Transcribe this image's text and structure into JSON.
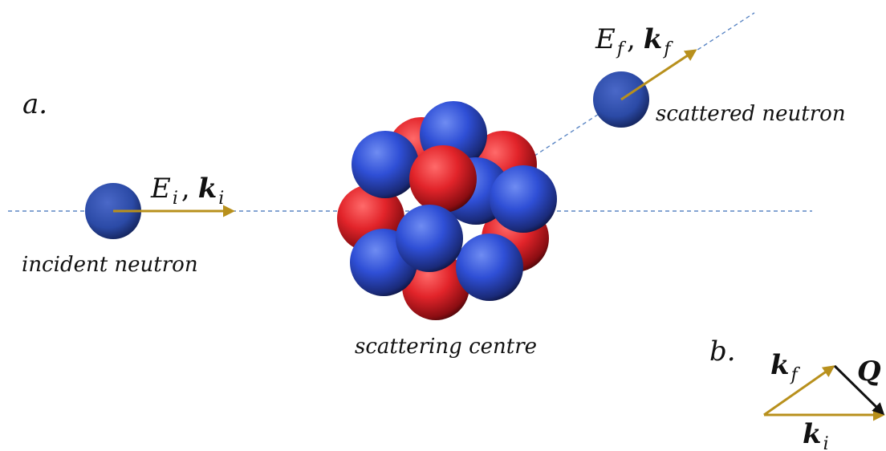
{
  "panel_a_label": "a.",
  "panel_b_label": "b.",
  "incident": {
    "caption": "incident neutron",
    "energy_symbol": "E",
    "energy_sub": "i",
    "separator": ",",
    "wavevector_symbol": "k",
    "wavevector_sub": "i"
  },
  "scattered": {
    "caption": "scattered neutron",
    "energy_symbol": "E",
    "energy_sub": "f",
    "separator": ",",
    "wavevector_symbol": "k",
    "wavevector_sub": "f"
  },
  "centre": {
    "caption": "scattering centre"
  },
  "vector_diagram": {
    "kf_symbol": "k",
    "kf_sub": "f",
    "ki_symbol": "k",
    "ki_sub": "i",
    "q_symbol": "Q"
  },
  "colors": {
    "neutron": "#2f4fa8",
    "proton": "#e2242a",
    "arrow": "#b8901c",
    "q_arrow": "#111111",
    "dashed_line": "#5b86c4"
  }
}
